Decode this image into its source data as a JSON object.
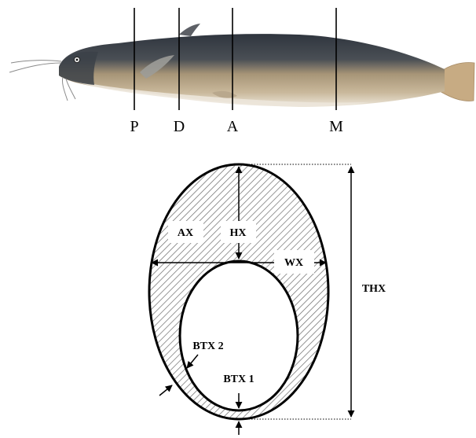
{
  "figure": {
    "section_labels": [
      "P",
      "D",
      "A",
      "M"
    ],
    "cross_section_labels": {
      "area": "AX",
      "height": "HX",
      "width": "WX",
      "total_height": "THX",
      "body_thickness_1": "BTX 1",
      "body_thickness_2": "BTX 2"
    }
  },
  "colors": {
    "outline": "#000000",
    "hatch": "#6b6b6b",
    "fish_back": "#3c434d",
    "fish_flank": "#b39f82",
    "fish_belly": "#ece6da",
    "tail": "#c7ab83"
  }
}
